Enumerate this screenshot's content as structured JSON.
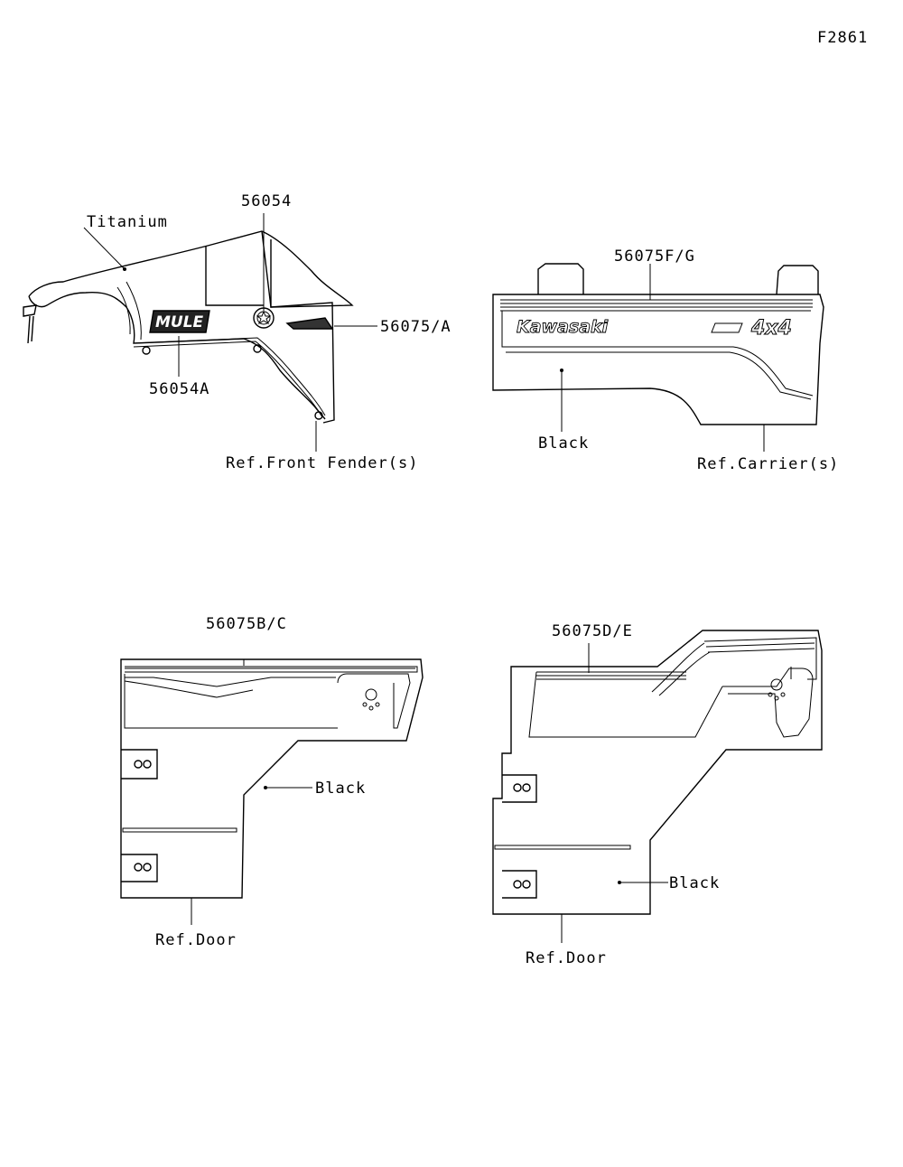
{
  "figure_id": "F2861",
  "panels": {
    "front_fender": {
      "labels": {
        "titanium": "Titanium",
        "part_56054": "56054",
        "part_56075a": "56075/A",
        "part_56054a": "56054A",
        "ref": "Ref.Front Fender(s)"
      },
      "logo_text": "MULE"
    },
    "carrier": {
      "labels": {
        "part_56075fg": "56075F/G",
        "black": "Black",
        "ref": "Ref.Carrier(s)"
      },
      "brand_text": "Kawasaki",
      "badge_text": "4x4"
    },
    "door_left": {
      "labels": {
        "part_56075bc": "56075B/C",
        "black": "Black",
        "ref": "Ref.Door"
      }
    },
    "door_right": {
      "labels": {
        "part_56075de": "56075D/E",
        "black": "Black",
        "ref": "Ref.Door"
      }
    }
  }
}
